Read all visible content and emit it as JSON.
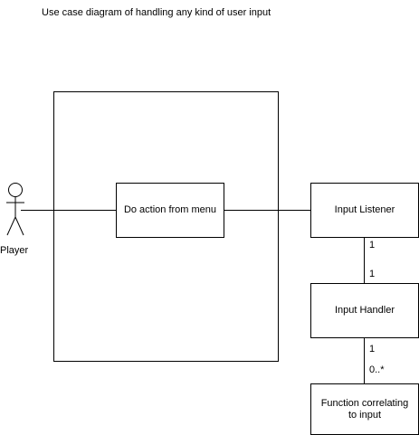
{
  "diagram": {
    "title": "Use case diagram of handling any kind of user input",
    "actor": {
      "name": "Player"
    },
    "use_case": {
      "label": "Do action from menu"
    },
    "classes": [
      {
        "label": "Input Listener"
      },
      {
        "label": "Input Handler"
      },
      {
        "label": "Function correlating to input"
      }
    ],
    "associations": [
      {
        "top_multiplicity": "1",
        "bottom_multiplicity": "1"
      },
      {
        "top_multiplicity": "1",
        "bottom_multiplicity": "0..*"
      }
    ],
    "colors": {
      "stroke": "#000000",
      "fill": "#ffffff"
    }
  }
}
